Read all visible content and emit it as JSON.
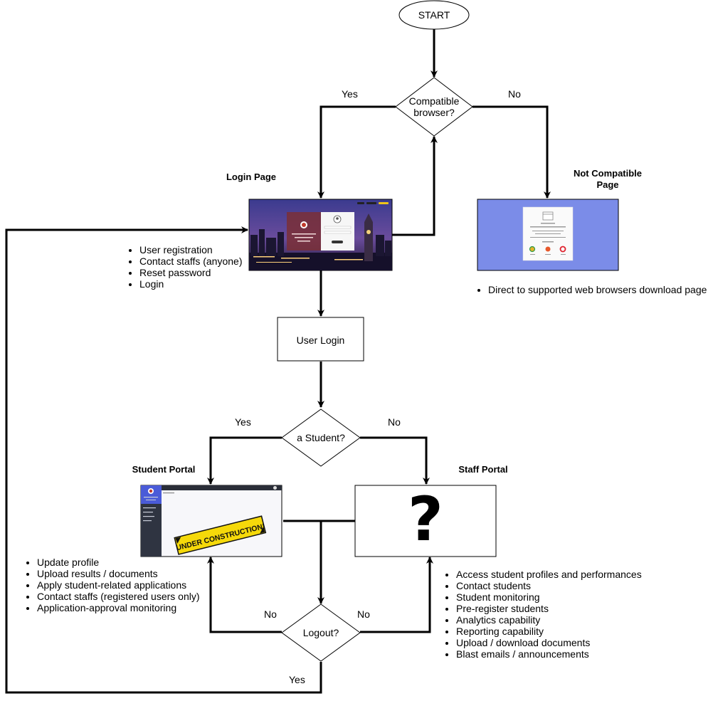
{
  "nodes": {
    "start": "START",
    "compatible": [
      "Compatible",
      "browser?"
    ],
    "user_login": "User Login",
    "student_q": "a Student?",
    "logout": "Logout?",
    "staff_portal_symbol": "?"
  },
  "titles": {
    "login_page": "Login Page",
    "not_compatible": [
      "Not Compatible",
      "Page"
    ],
    "student_portal": "Student Portal",
    "staff_portal": "Staff Portal"
  },
  "edge_labels": {
    "compat_yes": "Yes",
    "compat_no": "No",
    "student_yes": "Yes",
    "student_no": "No",
    "logout_no_left": "No",
    "logout_no_right": "No",
    "logout_yes": "Yes"
  },
  "login_features": [
    "User registration",
    "Contact staffs (anyone)",
    "Reset password",
    "Login"
  ],
  "not_compatible_features": [
    "Direct to supported web browsers download page"
  ],
  "student_features": [
    "Update profile",
    "Upload results / documents",
    "Apply student-related applications",
    "Contact staffs (registered users only)",
    "Application-approval monitoring"
  ],
  "staff_features": [
    "Access student profiles and performances",
    "Contact students",
    "Student monitoring",
    "Pre-register students",
    "Analytics capability",
    "Reporting capability",
    "Upload / download documents",
    "Blast emails / announcements"
  ],
  "student_thumb_banner": "UNDER CONSTRUCTION!",
  "colors": {
    "line": "#000000",
    "not_compatible_bg": "#7b8ce8",
    "login_sky": "#2a2a6e",
    "student_sidebar": "#2f3441",
    "banner_yellow": "#f5d90a"
  }
}
